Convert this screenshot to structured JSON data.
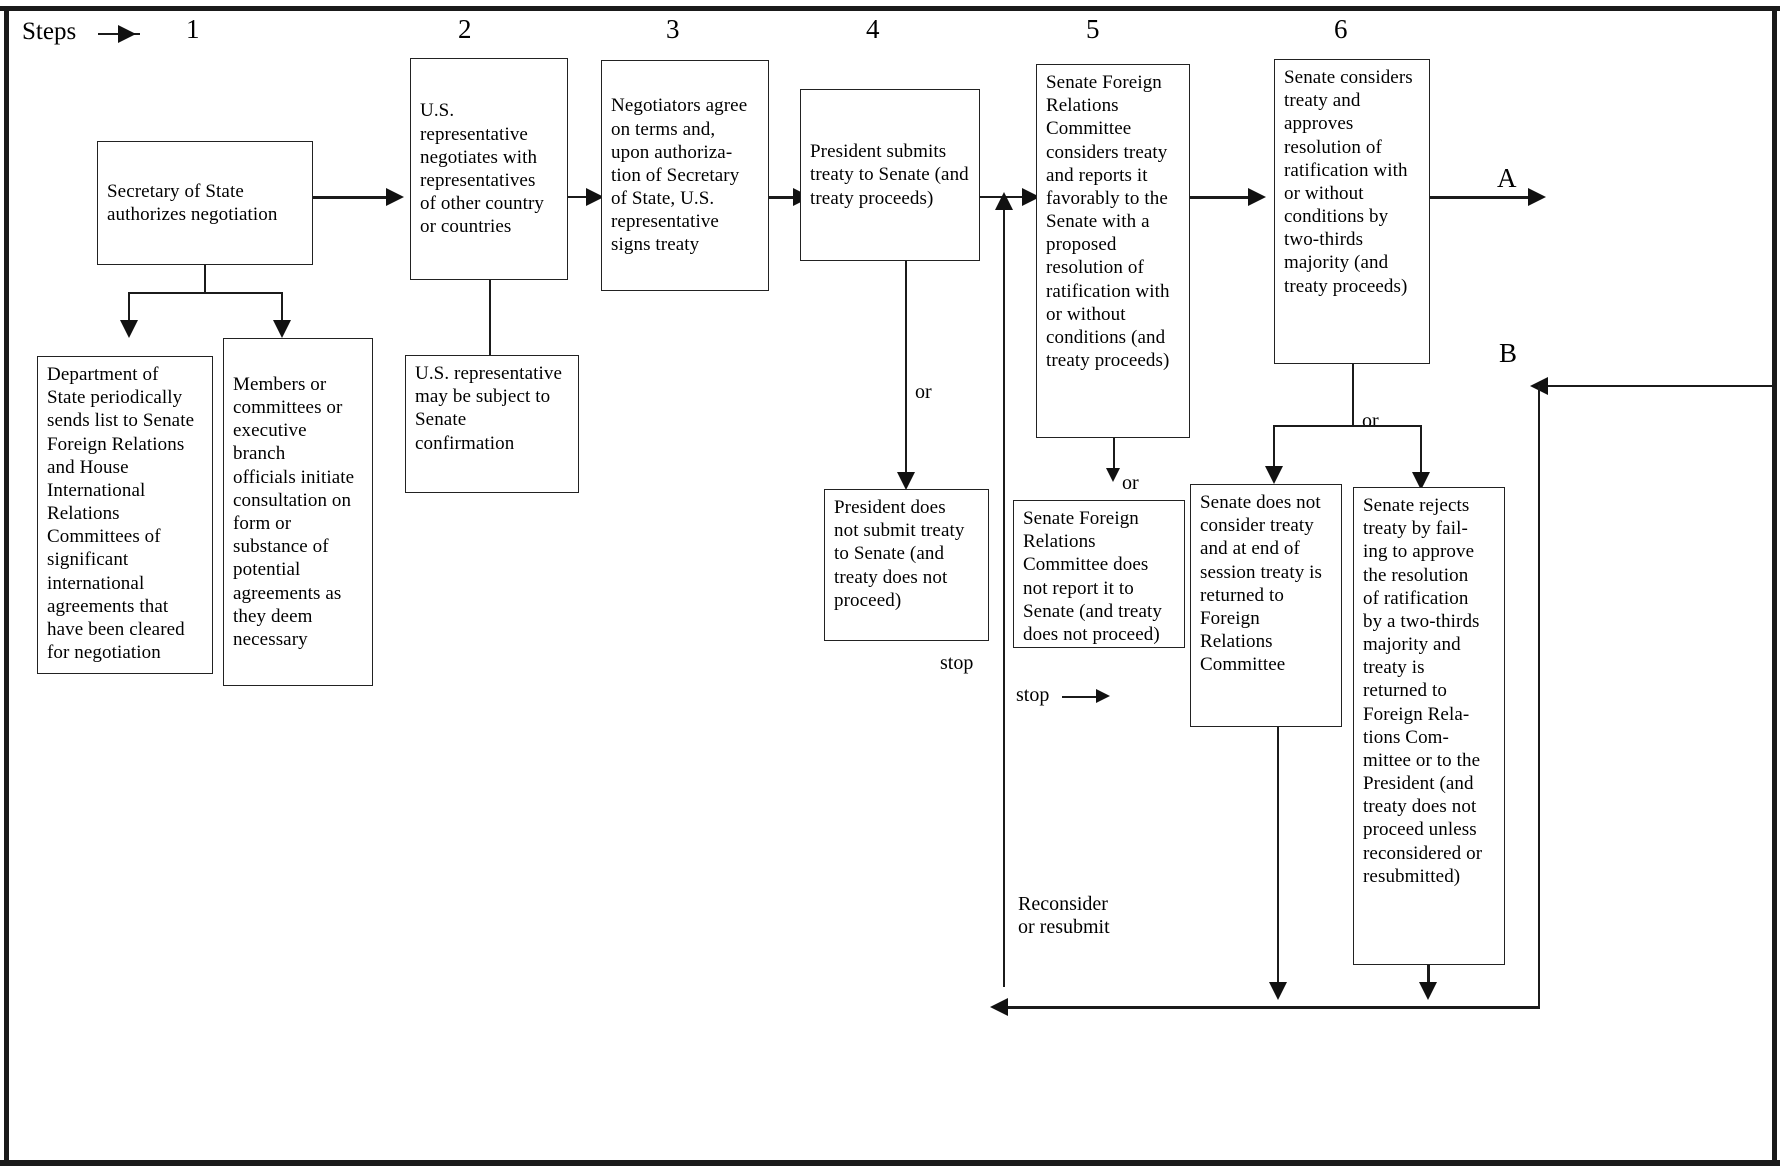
{
  "figure": {
    "title": "Treaty making process flowchart",
    "steps_label": "Steps",
    "steps_arrow_icon": "right-arrow-icon",
    "step_numbers": [
      "1",
      "2",
      "3",
      "4",
      "5",
      "6"
    ],
    "connector_a": "A",
    "connector_b": "B"
  },
  "boxes": {
    "secretary_authorizes": "Secretary of State\nauthorizes negotiation",
    "dos_sends_list": "Department of\nState periodically\nsends list to Senate\nForeign Relations\nand House\nInternational\nRelations\nCommittees of\nsignificant\ninternational\nagreements that\nhave been cleared\nfor negotiation",
    "members_initiate": "Members or\ncommittees or\nexecutive branch\nofficials initiate\nconsultation on\nform or\nsubstance of\npotential\nagreements as\nthey deem\nnecessary",
    "us_rep_negotiates": "U.S.\nrepresentative\nnegotiates with\nrepresentatives\nof other country\nor countries",
    "us_rep_confirmation": "U.S. representative\nmay be subject to\nSenate\nconfirmation",
    "negotiators_agree": "Negotiators agree\non terms and,\nupon authoriza-\ntion of Secretary\nof State, U.S.\nrepresentative\nsigns treaty",
    "president_submits": "President submits\ntreaty to Senate (and\ntreaty proceeds)",
    "president_does_not_submit": "President does\nnot submit treaty\nto Senate (and\ntreaty does not\nproceed)",
    "sfrc_reports_favorably": "Senate Foreign\nRelations\nCommittee\nconsiders treaty\nand reports it\nfavorably to the\nSenate with a\nproposed\nresolution of\nratification with\nor without\nconditions (and\ntreaty proceeds)",
    "sfrc_does_not_report": "Senate Foreign\nRelations\nCommittee does\nnot report it to\nSenate (and treaty\ndoes not proceed)",
    "senate_approves": "Senate considers\ntreaty and\napproves\nresolution of\nratification with\nor without\nconditions by\ntwo-thirds\nmajority (and\ntreaty proceeds)",
    "senate_does_not_consider": "Senate does not\nconsider treaty\nand at end of\nsession treaty is\nreturned to\nForeign\nRelations\nCommittee",
    "senate_rejects": "Senate rejects\ntreaty by fail-\ning to approve\nthe resolution\nof ratification\nby a two-thirds\nmajority and\ntreaty is\nreturned to\nForeign Rela-\ntions Com-\nmittee or to the\nPresident (and\ntreaty does not\nproceed unless\nreconsidered or\nresubmitted)"
  },
  "edge_labels": {
    "or_step4": "or",
    "or_step5": "or",
    "or_step6": "or",
    "stop_step4": "stop",
    "stop_step5": "stop",
    "reconsider": "Reconsider\nor resubmit"
  }
}
